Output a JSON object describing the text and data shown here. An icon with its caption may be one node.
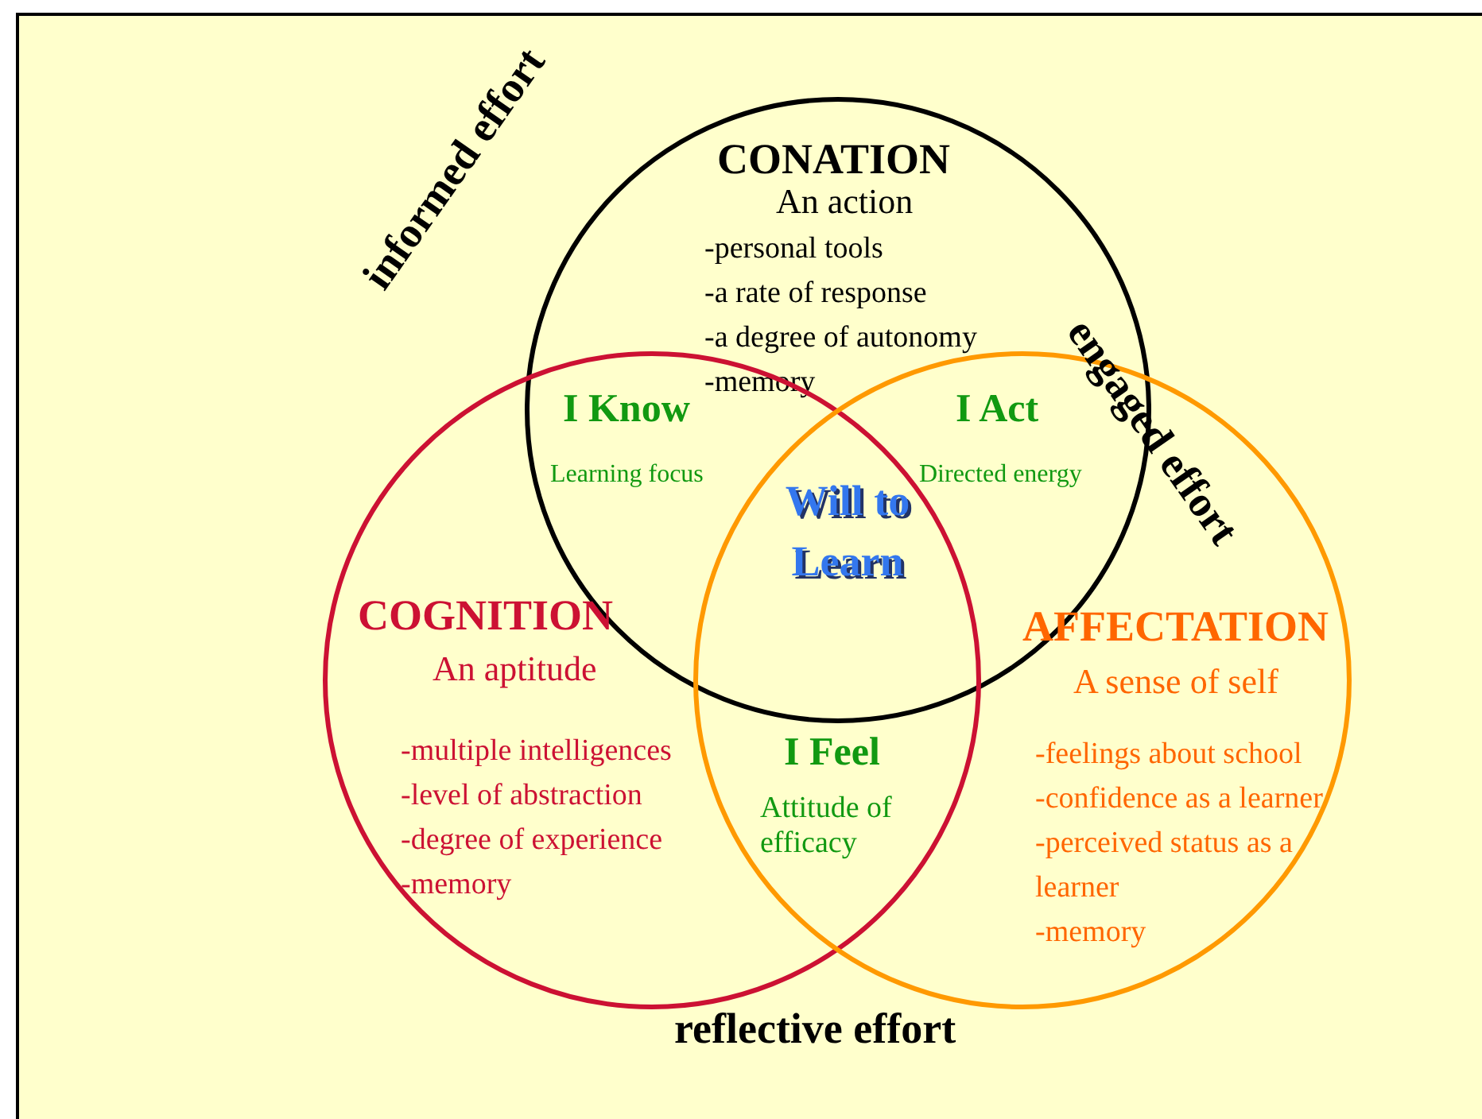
{
  "diagram": {
    "nodes": [
      {
        "text": [
          "CONATION",
          "An action",
          "-personal tools",
          "-a rate of response",
          "-a degree of autonomy",
          "-memory"
        ]
      },
      {
        "text": [
          "COGNITION",
          "An aptitude",
          "-multiple intelligences",
          "-level of abstraction",
          "-degree of experience",
          "-memory"
        ]
      },
      {
        "text": [
          "AFFECTATION",
          "A sense of self",
          "-feelings about school",
          "-confidence as a learner",
          "-perceived status as a learner",
          "-memory"
        ]
      }
    ],
    "edges": [],
    "labels": [
      "informed effort",
      "engaged effort",
      "I Know",
      "Learning focus",
      "I Act",
      "Directed energy",
      "Will to Learn",
      "I Feel",
      "Attitude of efficacy",
      "reflective effort"
    ]
  }
}
